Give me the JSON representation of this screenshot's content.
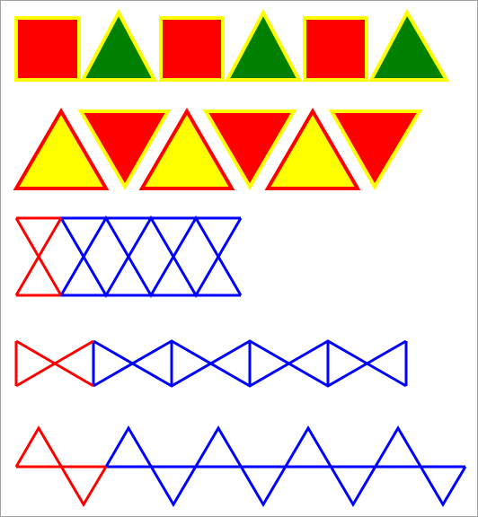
{
  "colors": {
    "red": "#ff0000",
    "green": "#008000",
    "yellow": "#ffff00",
    "blue": "#0000ff",
    "frame": "#a0a0a0"
  },
  "rows": [
    {
      "name": "row-squares-and-green-triangles",
      "pattern": [
        "red-square",
        "green-triangle-up",
        "red-square",
        "green-triangle-up",
        "red-square",
        "green-triangle-up"
      ],
      "outline": "yellow"
    },
    {
      "name": "row-alternating-triangles",
      "pattern": [
        "yellow-triangle-up",
        "red-triangle-down",
        "yellow-triangle-up",
        "red-triangle-down",
        "yellow-triangle-up",
        "red-triangle-down"
      ]
    },
    {
      "name": "row-hourglass-lattice",
      "pattern": [
        "red-hourglass",
        "blue-hourglass",
        "blue-hourglass",
        "blue-hourglass",
        "blue-hourglass"
      ]
    },
    {
      "name": "row-bowtie-chain",
      "pattern": [
        "red-bowtie",
        "blue-bowtie",
        "blue-bowtie",
        "blue-bowtie",
        "blue-bowtie"
      ]
    },
    {
      "name": "row-zigzag-band",
      "pattern": [
        "red-zigzag",
        "blue-zigzag"
      ]
    }
  ]
}
